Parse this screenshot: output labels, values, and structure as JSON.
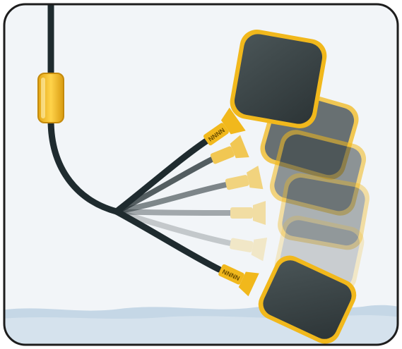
{
  "illustration": {
    "subject": "float-switch-icon",
    "colors": {
      "background": "#f2f5f8",
      "water": "#c5d7e6",
      "water_light": "#dbe7f0",
      "cable": "#1f2b2f",
      "float_body": "#3a4446",
      "float_rim": "#f1b81c",
      "weight_clamp": "#f1b81c",
      "border": "#1d1d1d"
    },
    "float_opacity_steps": [
      1.0,
      0.75,
      0.55,
      0.38,
      0.22,
      0.12
    ],
    "float_positions_count": 6
  }
}
